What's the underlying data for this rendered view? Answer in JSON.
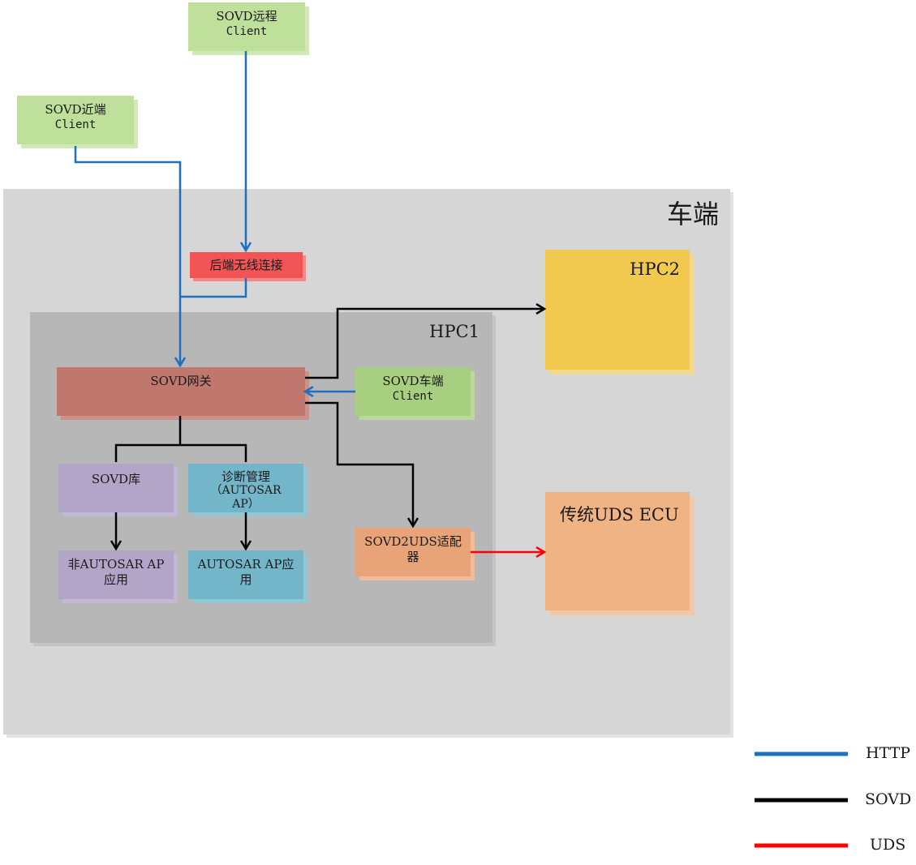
{
  "vehicle": {
    "label": "车端"
  },
  "hpc1": {
    "label": "HPC1"
  },
  "hpc2": {
    "label": "HPC2"
  },
  "legacy_ecu": {
    "label": "传统UDS ECU"
  },
  "remote_client": {
    "line1": "SOVD远程",
    "line2": "Client"
  },
  "near_client": {
    "line1": "SOVD近端",
    "line2": "Client"
  },
  "backend": {
    "label": "后端无线连接"
  },
  "gateway": {
    "label": "SOVD网关"
  },
  "onboard_client": {
    "line1": "SOVD车端",
    "line2": "Client"
  },
  "sovd_lib": {
    "label": "SOVD库"
  },
  "diag_mgmt": {
    "line1": "诊断管理",
    "line2": "（AUTOSAR",
    "line3": "AP）"
  },
  "non_autosar_app": {
    "line1": "非AUTOSAR AP",
    "line2": "应用"
  },
  "autosar_app": {
    "line1": "AUTOSAR AP应",
    "line2": "用"
  },
  "adapter": {
    "line1": "SOVD2UDS适配",
    "line2": "器"
  },
  "legend": [
    {
      "label": "HTTP",
      "color": "#1f6fbf"
    },
    {
      "label": "SOVD",
      "color": "#000000"
    },
    {
      "label": "UDS",
      "color": "#ff0000"
    }
  ],
  "colors": {
    "vehicle_bg": "#d6d6d6",
    "hpc1_bg": "#b7b7b7",
    "hpc2_bg": "#f1c94f",
    "legacy_bg": "#efb384",
    "client_bg": "#bfe09a",
    "backend_bg": "#f05454",
    "gateway_bg": "#c0776e",
    "onboard_client_bg": "#a8cf7f",
    "lib_bg": "#b2a5c8",
    "autosar_bg": "#74b6c9",
    "adapter_bg": "#e8a478"
  }
}
